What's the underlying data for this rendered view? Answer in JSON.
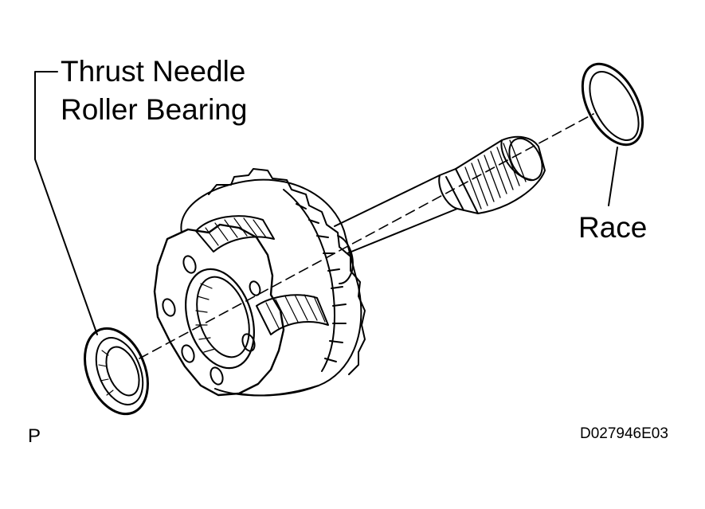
{
  "labels": {
    "thrust_bearing_line1": "Thrust Needle",
    "thrust_bearing_line2": "Roller Bearing",
    "race": "Race"
  },
  "view_code": "P",
  "figure_id": "D027946E03"
}
